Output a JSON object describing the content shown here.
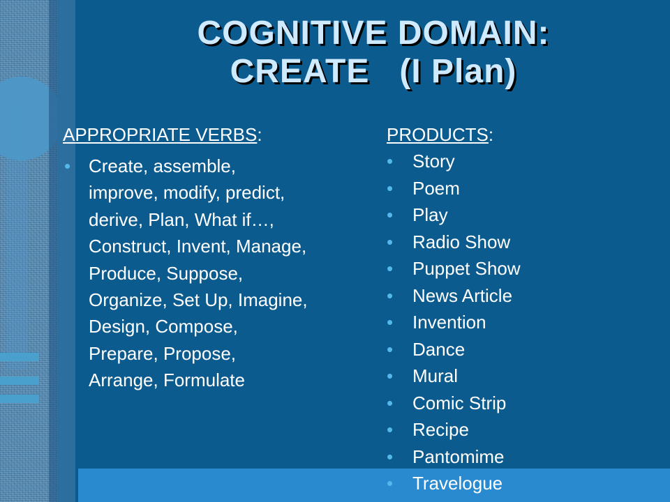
{
  "title": {
    "line1": "COGNITIVE DOMAIN:",
    "line2": "CREATE   (I Plan)"
  },
  "left": {
    "heading": "APPROPRIATE VERBS",
    "colon": ":",
    "bullet": "•",
    "text": "Create, assemble, improve, modify, predict, derive, Plan, What if…, Construct, Invent, Manage, Produce, Suppose, Organize, Set Up, Imagine, Design, Compose, Prepare, Propose, Arrange, Formulate"
  },
  "right": {
    "heading": "PRODUCTS",
    "colon": ":",
    "bullet": "•",
    "items": [
      "Story",
      "Poem",
      "Play",
      "Radio Show",
      "Puppet Show",
      "News Article",
      "Invention",
      "Dance",
      "Mural",
      "Comic Strip",
      "Recipe",
      "Pantomime",
      "Travelogue"
    ]
  },
  "colors": {
    "background": "#0c5b8e",
    "title": "#cfe9ff",
    "bullet": "#53b8ec",
    "text": "#ffffff"
  }
}
